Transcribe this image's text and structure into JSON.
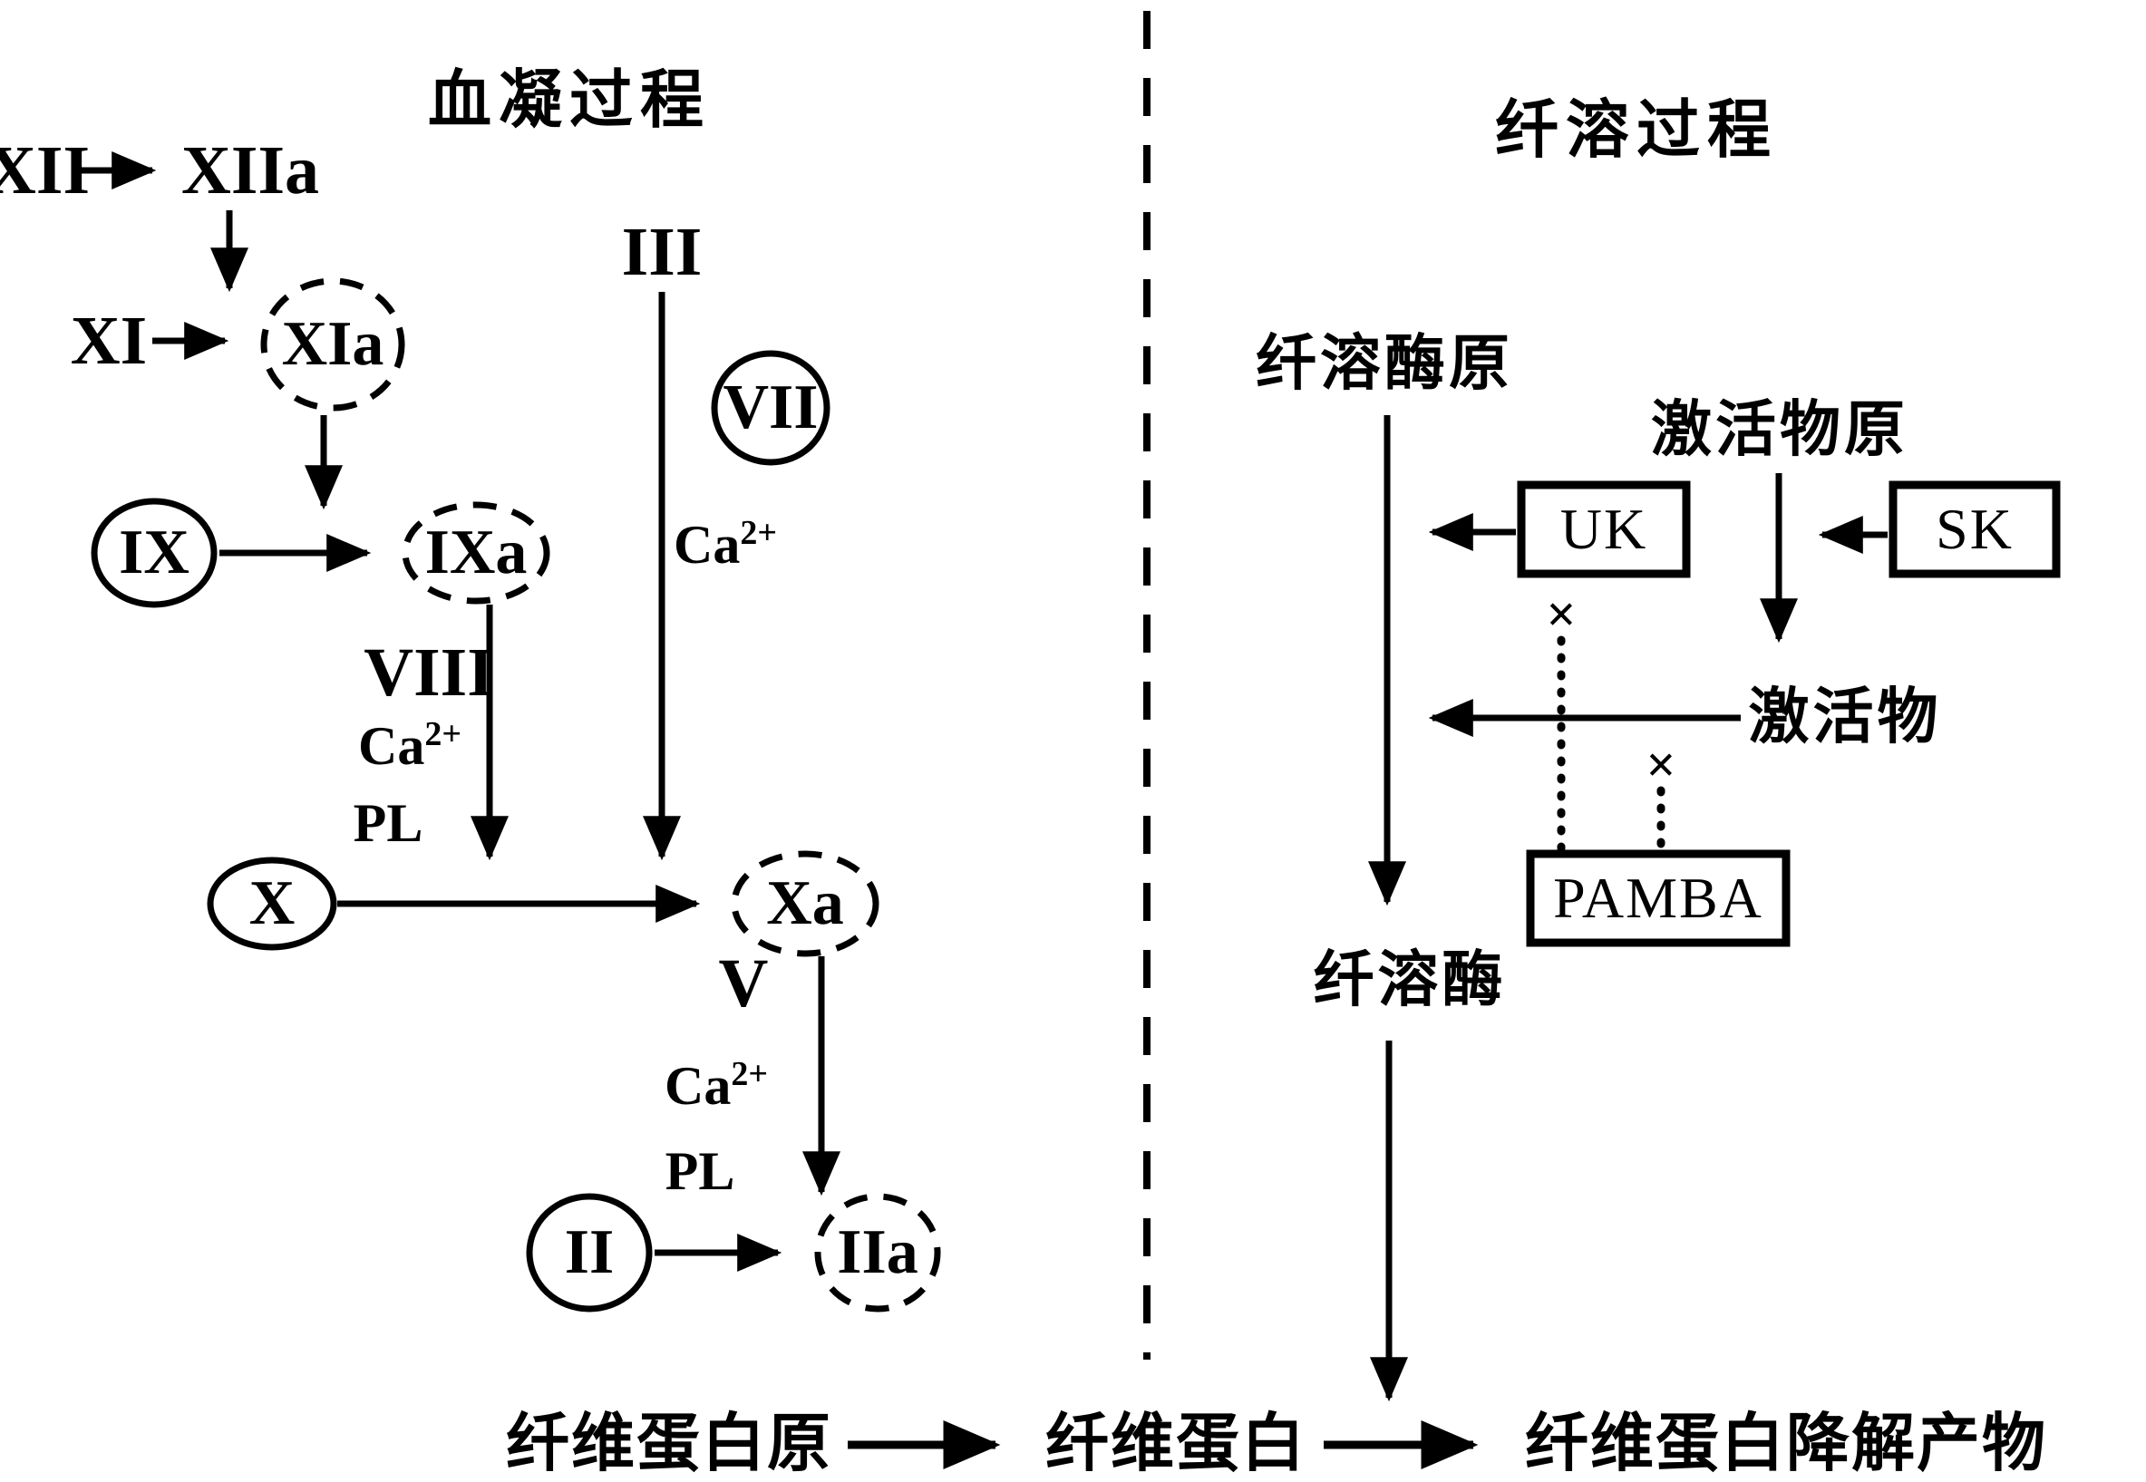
{
  "titles": {
    "left": "血凝过程",
    "right": "纤溶过程"
  },
  "coagulation": {
    "xii": "XII",
    "xiia": "XIIa",
    "xi": "XI",
    "xia": "XIa",
    "ix": "IX",
    "ixa": "IXa",
    "iii": "III",
    "vii": "VII",
    "viii": "VIII",
    "x": "X",
    "xa": "Xa",
    "v": "V",
    "ii": "II",
    "iia": "IIa",
    "ca_base": "Ca",
    "ca_sup": "2+",
    "pl": "PL"
  },
  "fibrinolysis": {
    "plasminogen": "纤溶酶原",
    "plasmin": "纤溶酶",
    "activator_precursor": "激活物原",
    "activator": "激活物",
    "uk": "UK",
    "sk": "SK",
    "pamba": "PAMBA",
    "inhibit_mark": "×"
  },
  "bottom": {
    "fibrinogen": "纤维蛋白原",
    "fibrin": "纤维蛋白",
    "fdp": "纤维蛋白降解产物"
  },
  "colors": {
    "ink": "#000000",
    "background": "#ffffff"
  }
}
